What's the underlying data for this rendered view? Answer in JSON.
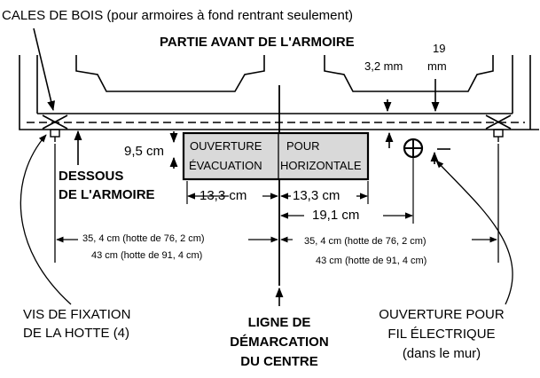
{
  "labels": {
    "wood_shims": "CALES DE BOIS (pour armoires à fond rentrant seulement)",
    "cabinet_front": "PARTIE AVANT DE L'ARMOIRE",
    "dim_3_2": "3,2 mm",
    "dim_19_line1": "19",
    "dim_19_line2": "mm",
    "dim_9_5": "9,5 cm",
    "opening_left_1": "OUVERTURE",
    "opening_left_2": "ÉVACUATION",
    "opening_right_1": "POUR",
    "opening_right_2": "HORIZONTALE",
    "underside_1": "DESSOUS",
    "underside_2": "DE L'ARMOIRE",
    "dim_13_3_left": "13,3 cm",
    "dim_13_3_right": "13,3 cm",
    "dim_19_1": "19,1 cm",
    "left_35_4": "35, 4 cm (hotte de 76, 2 cm)",
    "left_43": "43 cm (hotte de 91, 4 cm)",
    "right_35_4": "35, 4 cm (hotte de 76, 2 cm)",
    "right_43": "43 cm (hotte de 91, 4 cm)",
    "screws_1": "VIS DE FIXATION",
    "screws_2": "DE LA HOTTE (4)",
    "centerline_1": "LIGNE DE",
    "centerline_2": "DÉMARCATION",
    "centerline_3": "DU CENTRE",
    "wire_1": "OUVERTURE POUR",
    "wire_2": "FIL ÉLECTRIQUE",
    "wire_3": "(dans le mur)"
  },
  "colors": {
    "ink": "#000000",
    "opening_fill": "#d9d9d9"
  }
}
